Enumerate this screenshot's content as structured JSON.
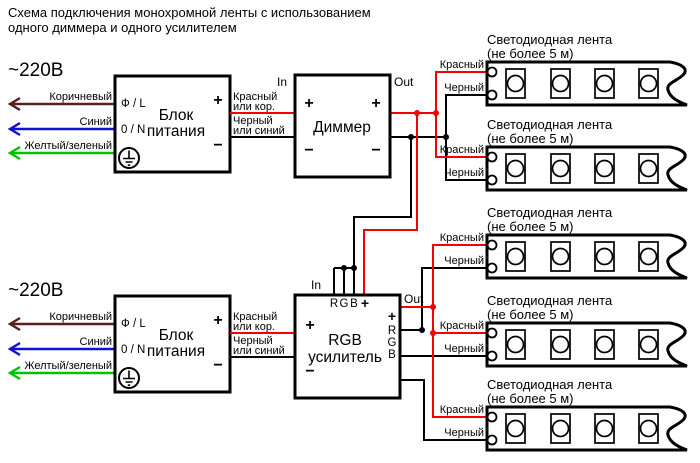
{
  "title": {
    "line1": "Схема подключения монохромной ленты с использованием",
    "line2": "одного диммера и одного усилителем"
  },
  "colors": {
    "red": "#f40000",
    "black": "#000000",
    "brown": "#5a1f1f",
    "blue": "#1212d6",
    "green": "#00c300"
  },
  "sections": [
    {
      "voltage": "~220В",
      "ac": {
        "brown": "Коричневый",
        "blue": "Синий",
        "green": "Желтый/зеленый"
      },
      "psu": {
        "name1": "Блок",
        "name2": "питания",
        "live": "Ф / L",
        "neutral": "0 / N",
        "plus": "+",
        "minus": "−"
      },
      "dc": {
        "red1": "Красный",
        "red2": "или кор.",
        "black1": "Черный",
        "black2": "или синий"
      }
    },
    {
      "voltage": "~220В",
      "ac": {
        "brown": "Коричневый",
        "blue": "Синий",
        "green": "Желтый/зеленый"
      },
      "psu": {
        "name1": "Блок",
        "name2": "питания",
        "live": "Ф / L",
        "neutral": "0 / N",
        "plus": "+",
        "minus": "−"
      },
      "dc": {
        "red1": "Красный",
        "red2": "или кор.",
        "black1": "Черный",
        "black2": "или синий"
      }
    }
  ],
  "dimmer": {
    "in": "In",
    "out": "Out",
    "name": "Диммер",
    "plus": "+",
    "minus": "−"
  },
  "amp": {
    "in": "In",
    "out": "Out",
    "name1": "RGB",
    "name2": "усилитель",
    "plus": "+",
    "minus": "−",
    "top": {
      "r": "R",
      "g": "G",
      "b": "B",
      "plus": "+"
    },
    "right": {
      "plus": "+",
      "r": "R",
      "g": "G",
      "b": "B"
    }
  },
  "strips": [
    {
      "title1": "Светодиодная лента",
      "title2": "(не более 5 м)",
      "red": "Красный",
      "black": "Черный"
    },
    {
      "title1": "Светодиодная лента",
      "title2": "(не более 5 м)",
      "red": "Красный",
      "black": "Черный"
    },
    {
      "title1": "Светодиодная лента",
      "title2": "(не более 5 м)",
      "red": "Красный",
      "black": "Черный"
    },
    {
      "title1": "Светодиодная лента",
      "title2": "(не более 5 м)",
      "red": "Красный",
      "black": "Черный"
    },
    {
      "title1": "Светодиодная лента",
      "title2": "(не более 5 м)",
      "red": "Красный",
      "black": "Черный"
    }
  ]
}
